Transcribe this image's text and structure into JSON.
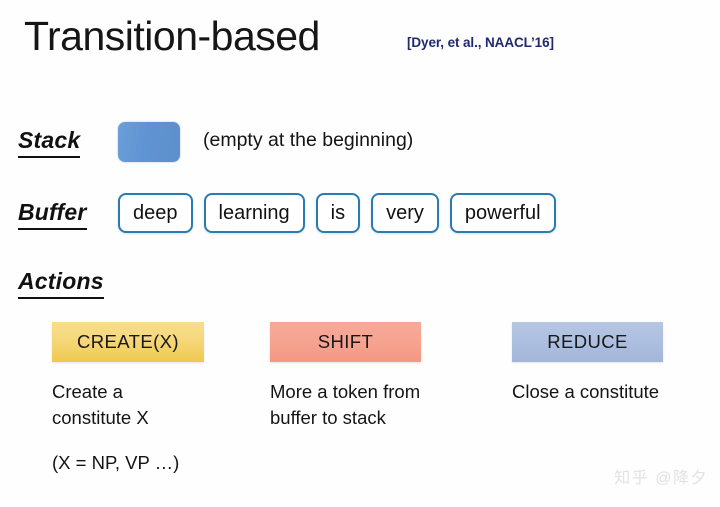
{
  "slide": {
    "title": "Transition-based",
    "citation": "[Dyer, et al., NAACL’16]",
    "accent_blue": "#5e94d2",
    "token_border": "#2b7ab0",
    "citation_color": "#1f2a6e"
  },
  "stack": {
    "label": "Stack",
    "note": "(empty at the beginning)",
    "box_fill": "#5e94d2",
    "items": []
  },
  "buffer": {
    "label": "Buffer",
    "tokens": [
      "deep",
      "learning",
      "is",
      "very",
      "powerful"
    ]
  },
  "actions": {
    "label": "Actions",
    "items": [
      {
        "name": "CREATE(X)",
        "chip_color": "#f6d97e",
        "description": "Create a\nconstitute X",
        "note": "(X = NP, VP …)"
      },
      {
        "name": "SHIFT",
        "chip_color": "#f6a492",
        "description": "More a token from\nbuffer to stack",
        "note": ""
      },
      {
        "name": "REDUCE",
        "chip_color": "#aec0e0",
        "description": "Close a constitute",
        "note": ""
      }
    ]
  },
  "watermark": {
    "text": "知乎 @降夕"
  }
}
